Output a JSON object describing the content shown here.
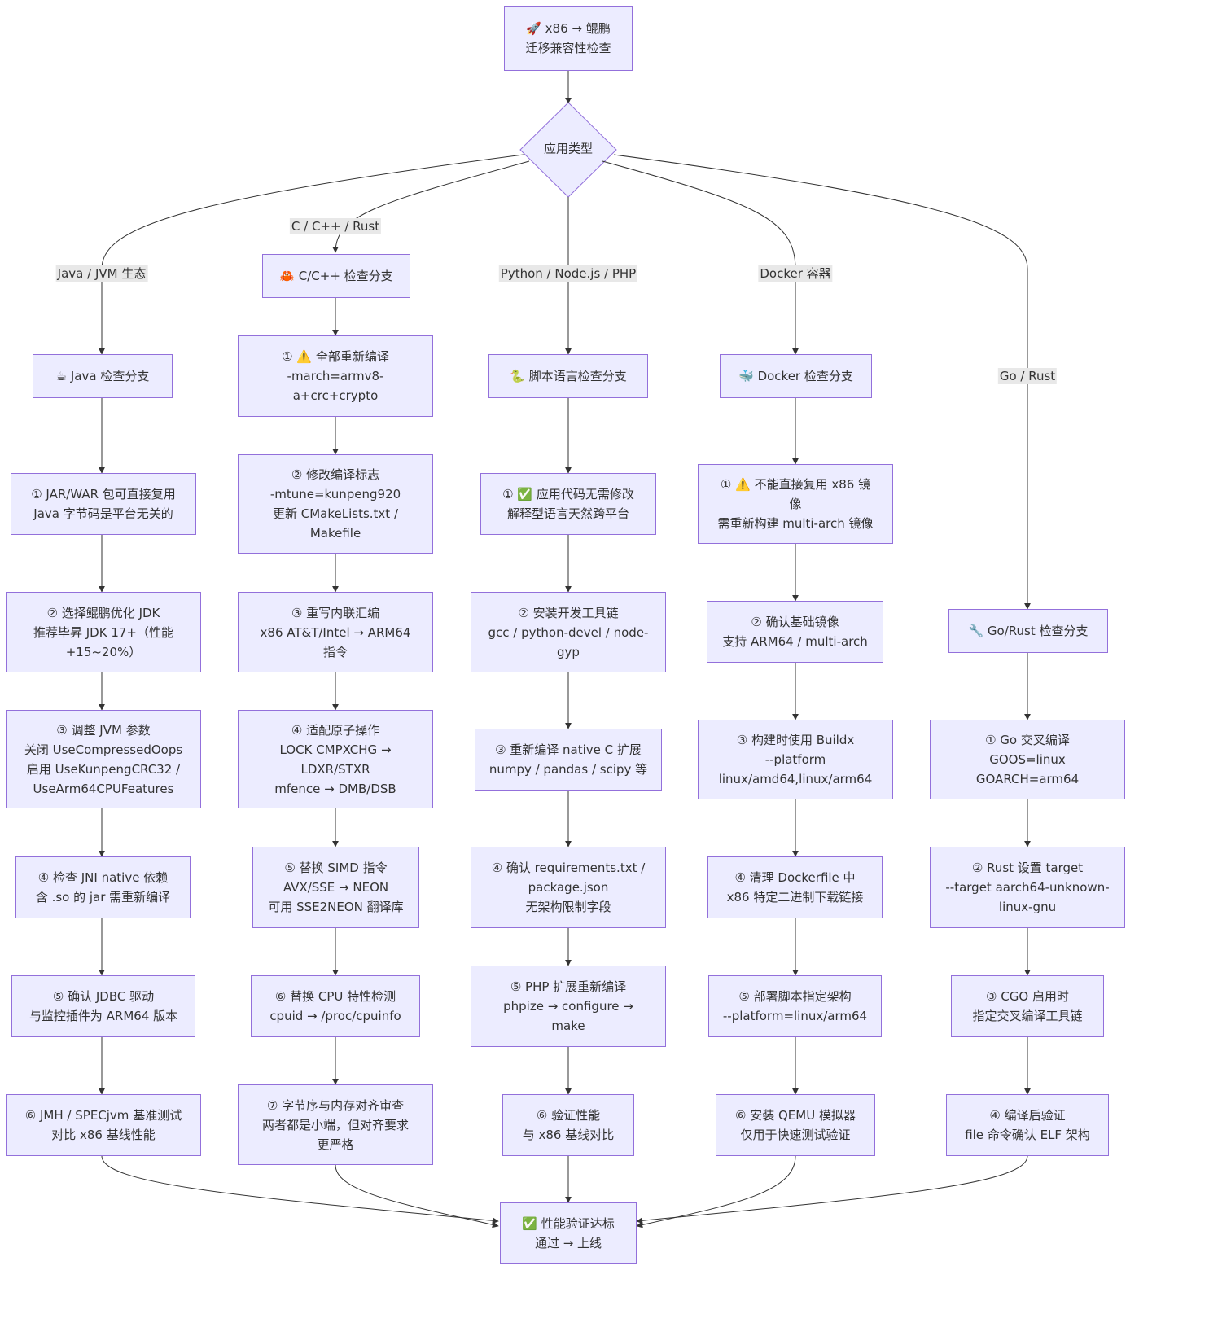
{
  "colors": {
    "node_fill": "#ECECFF",
    "node_stroke": "#9370DB",
    "edge": "#333333",
    "label_bg": "#e8e8e8"
  },
  "start": {
    "lines": [
      "🚀 x86 → 鲲鹏",
      "迁移兼容性检查"
    ]
  },
  "decision": {
    "label": "应用类型"
  },
  "edge_labels": {
    "java": "Java / JVM 生态",
    "c": "C / C++ / Rust",
    "script": "Python / Node.js / PHP",
    "docker": "Docker 容器",
    "go": "Go / Rust"
  },
  "java": {
    "header": [
      "☕ Java 检查分支"
    ],
    "steps": [
      [
        "① JAR/WAR 包可直接复用",
        "Java 字节码是平台无关的"
      ],
      [
        "② 选择鲲鹏优化 JDK",
        "推荐毕昇 JDK 17+（性能",
        "+15~20%）"
      ],
      [
        "③ 调整 JVM 参数",
        "关闭 UseCompressedOops",
        "启用 UseKunpengCRC32 /",
        "UseArm64CPUFeatures"
      ],
      [
        "④ 检查 JNI native 依赖",
        "含 .so 的 jar 需重新编译"
      ],
      [
        "⑤ 确认 JDBC 驱动",
        "与监控插件为 ARM64 版本"
      ],
      [
        "⑥ JMH / SPECjvm 基准测试",
        "对比 x86 基线性能"
      ]
    ]
  },
  "c": {
    "header": [
      "🦀 C/C++ 检查分支"
    ],
    "steps": [
      [
        "① ⚠️ 全部重新编译",
        "-march=armv8-",
        "a+crc+crypto"
      ],
      [
        "② 修改编译标志",
        "-mtune=kunpeng920",
        "更新 CMakeLists.txt /",
        "Makefile"
      ],
      [
        "③ 重写内联汇编",
        "x86 AT&T/Intel → ARM64",
        "指令"
      ],
      [
        "④ 适配原子操作",
        "LOCK CMPXCHG →",
        "LDXR/STXR",
        "mfence → DMB/DSB"
      ],
      [
        "⑤ 替换 SIMD 指令",
        "AVX/SSE → NEON",
        "可用 SSE2NEON 翻译库"
      ],
      [
        "⑥ 替换 CPU 特性检测",
        "cpuid → /proc/cpuinfo"
      ],
      [
        "⑦ 字节序与内存对齐审查",
        "两者都是小端，但对齐要求",
        "更严格"
      ]
    ]
  },
  "script": {
    "header": [
      "🐍 脚本语言检查分支"
    ],
    "steps": [
      [
        "① ✅ 应用代码无需修改",
        "解释型语言天然跨平台"
      ],
      [
        "② 安装开发工具链",
        "gcc / python-devel / node-",
        "gyp"
      ],
      [
        "③ 重新编译 native C 扩展",
        "numpy / pandas / scipy 等"
      ],
      [
        "④ 确认 requirements.txt /",
        "package.json",
        "无架构限制字段"
      ],
      [
        "⑤ PHP 扩展重新编译",
        "phpize → configure →",
        "make"
      ],
      [
        "⑥ 验证性能",
        "与 x86 基线对比"
      ]
    ]
  },
  "docker": {
    "header": [
      "🐳 Docker 检查分支"
    ],
    "steps": [
      [
        "① ⚠️ 不能直接复用 x86 镜",
        "像",
        "需重新构建 multi-arch 镜像"
      ],
      [
        "② 确认基础镜像",
        "支持 ARM64 / multi-arch"
      ],
      [
        "③ 构建时使用 Buildx",
        "--platform",
        "linux/amd64,linux/arm64"
      ],
      [
        "④ 清理 Dockerfile 中",
        "x86 特定二进制下载链接"
      ],
      [
        "⑤ 部署脚本指定架构",
        "--platform=linux/arm64"
      ],
      [
        "⑥ 安装 QEMU 模拟器",
        "仅用于快速测试验证"
      ]
    ]
  },
  "go": {
    "header": [
      "🔧 Go/Rust 检查分支"
    ],
    "steps": [
      [
        "① Go 交叉编译",
        "GOOS=linux",
        "GOARCH=arm64"
      ],
      [
        "② Rust 设置 target",
        "--target aarch64-unknown-",
        "linux-gnu"
      ],
      [
        "③ CGO 启用时",
        "指定交叉编译工具链"
      ],
      [
        "④ 编译后验证",
        "file 命令确认 ELF 架构"
      ]
    ]
  },
  "end": {
    "lines": [
      "✅ 性能验证达标",
      "通过 → 上线"
    ]
  }
}
